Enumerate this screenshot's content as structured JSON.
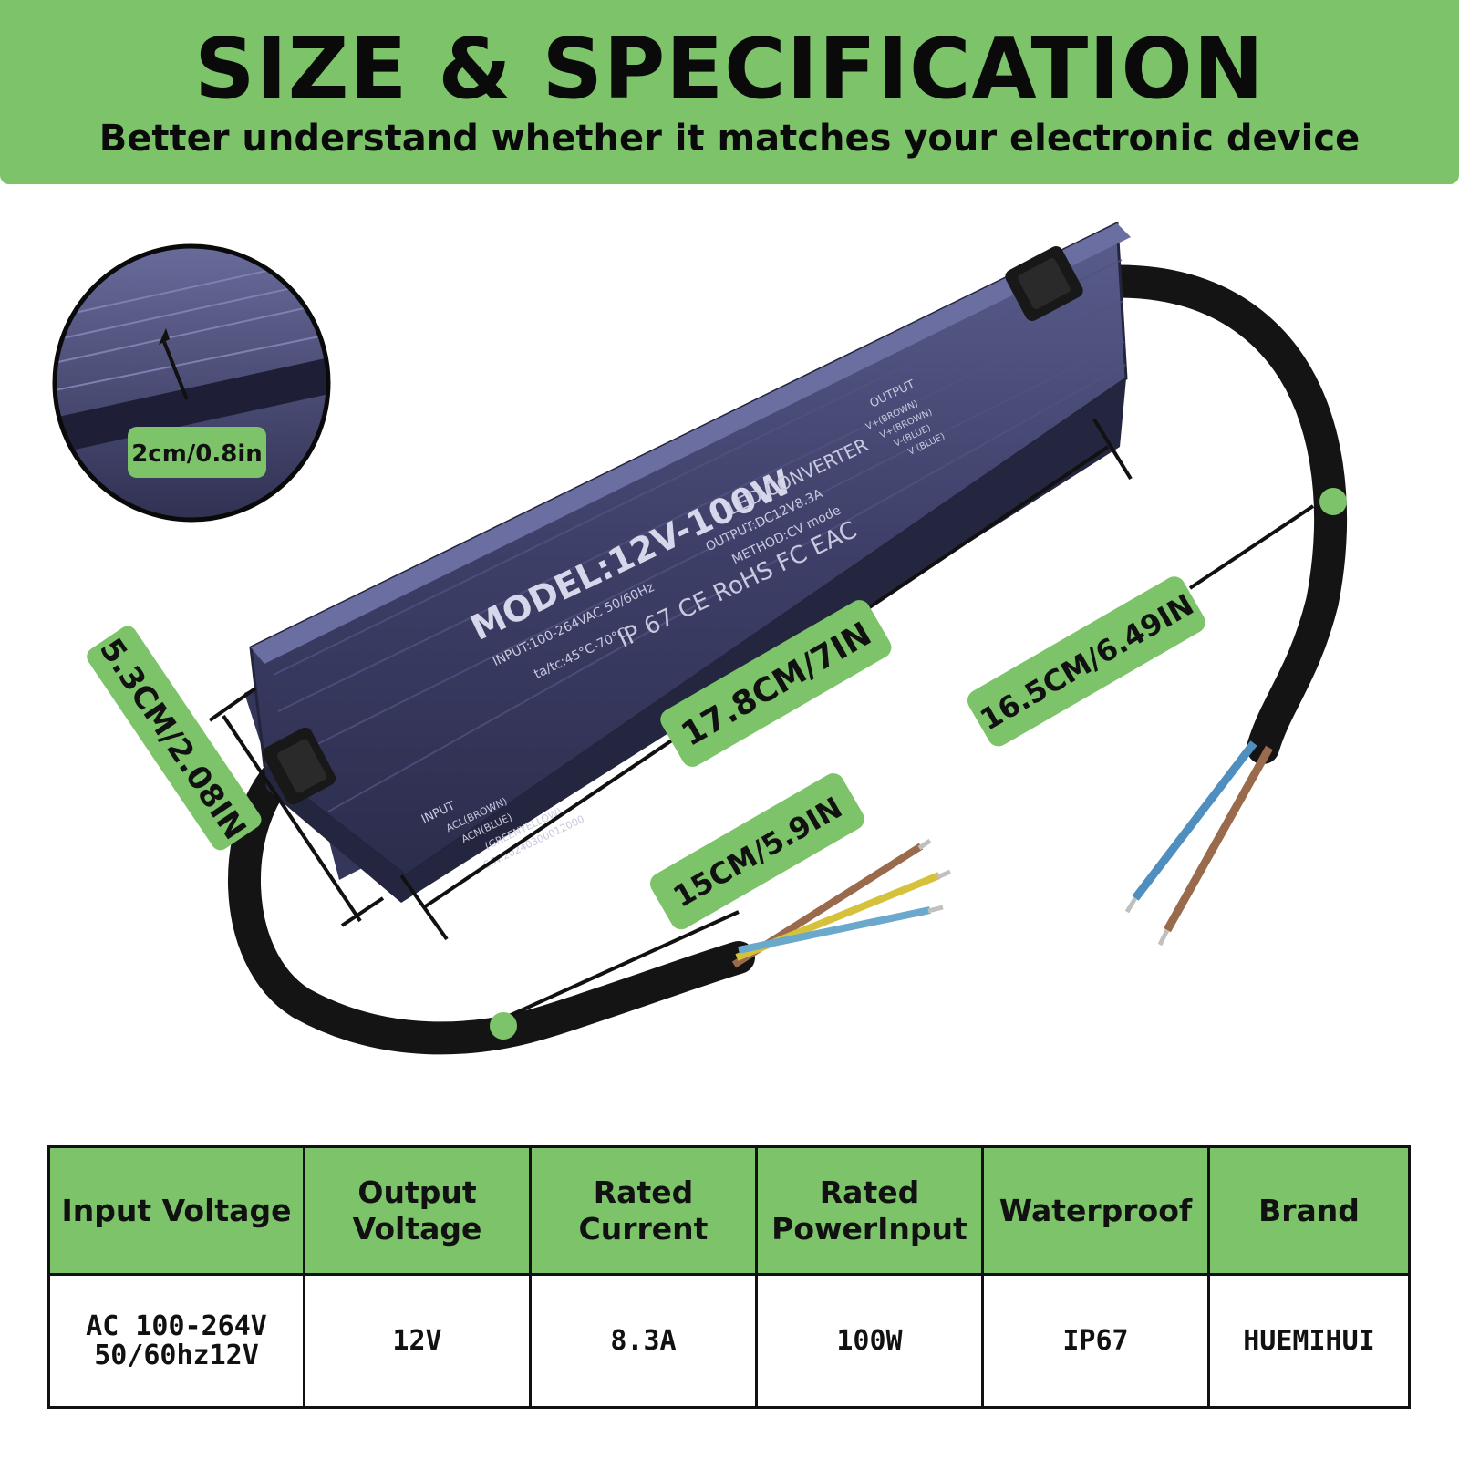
{
  "header": {
    "title": "SIZE & SPECIFICATION",
    "subtitle": "Better understand whether it matches your electronic device"
  },
  "product_label": {
    "model": "MODEL:12V-100W",
    "type": "LED CONVERTER",
    "input": "INPUT:100-264VAC 50/60Hz",
    "temp": "ta/tc:45°C-70°C",
    "output": "OUTPUT:DC12V8.3A",
    "method": "METHOD:CV mode",
    "certs": "IP 67  CE  RoHS  FC  EAC",
    "input_block_title": "INPUT",
    "input_lines": [
      "ACL(BROWN)",
      "ACN(BLUE)",
      "(GREENYELLOW)",
      "S/N:20240300012000"
    ],
    "output_block_title": "OUTPUT",
    "output_lines": [
      "V+(BROWN)",
      "V+(BROWN)",
      "V-(BLUE)",
      "V-(BLUE)"
    ]
  },
  "dimensions": {
    "height": "2cm/0.8in",
    "width": "5.3CM/2.08IN",
    "length": "17.8CM/7IN",
    "input_cable": "15CM/5.9IN",
    "output_cable": "16.5CM/6.49IN"
  },
  "table": {
    "headers": [
      [
        "Input Voltage"
      ],
      [
        "Output",
        "Voltage"
      ],
      [
        "Rated",
        "Current"
      ],
      [
        "Rated",
        "PowerInput"
      ],
      [
        "Waterproof"
      ],
      [
        "Brand"
      ]
    ],
    "values": [
      [
        "AC 100-264V",
        "50/60hz12V"
      ],
      [
        "12V"
      ],
      [
        "8.3A"
      ],
      [
        "100W"
      ],
      [
        "IP67"
      ],
      [
        "HUEMIHUI"
      ]
    ]
  },
  "colors": {
    "accent_green": "#7cc36a",
    "housing": "#3e4068",
    "cable": "#141414"
  }
}
